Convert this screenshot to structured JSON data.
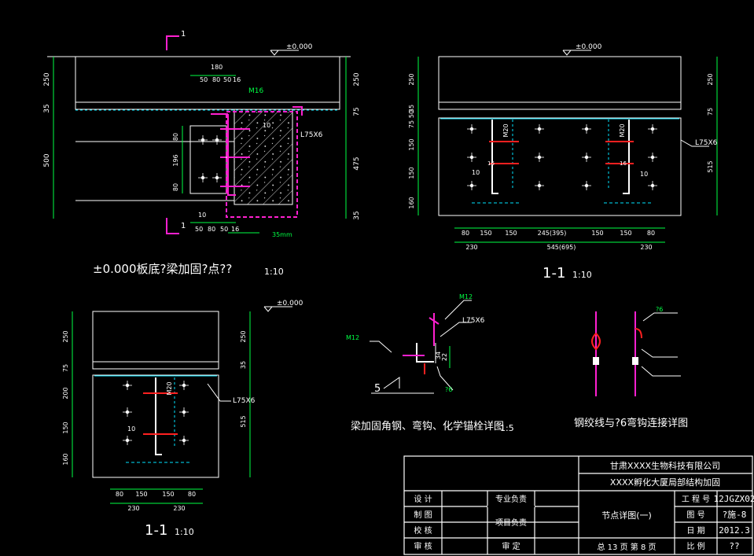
{
  "colors": {
    "background": "#000000",
    "concrete": "#ffffff",
    "dimension": "#00ff44",
    "steel": "#ff20d0",
    "hidden": "#00e5ff",
    "bolt_mark": "#ff2020"
  },
  "drawing_a": {
    "elev": "±0.000",
    "section_mark": "1",
    "dims_left": [
      "250",
      "35",
      "500"
    ],
    "dims_right": [
      "250",
      "75",
      "475",
      "35"
    ],
    "dims_top": [
      "180",
      "50",
      "80",
      "50",
      "16"
    ],
    "dims_vert_inner": [
      "80",
      "196",
      "80"
    ],
    "dims_bottom": [
      "50",
      "80",
      "50",
      "16"
    ],
    "bolt_label": "M16",
    "weld_10a": "10",
    "weld_10b": "10",
    "angle_label": "L75X6",
    "note": "35mm",
    "title": "±0.000板底?梁加固?点??",
    "scale": "1:10"
  },
  "drawing_b": {
    "elev": "±0.000",
    "dims_left": [
      "250",
      "35",
      "50",
      "75",
      "150",
      "150",
      "160"
    ],
    "dims_right": [
      "250",
      "75",
      "515"
    ],
    "bolt_label_1": "M20",
    "bolt_label_2": "M20",
    "weld_10a": "10",
    "weld_10b": "10",
    "weld_16a": "16",
    "weld_16b": "16",
    "angle_label": "L75X6",
    "dims_bottom_1": [
      "80",
      "150",
      "150",
      "245(395)",
      "150",
      "150",
      "80"
    ],
    "dims_bottom_2": [
      "230",
      "545(695)",
      "230"
    ],
    "title": "1-1",
    "scale": "1:10"
  },
  "drawing_c": {
    "elev": "±0.000",
    "dims_left": [
      "250",
      "75",
      "200",
      "150",
      "160"
    ],
    "dims_right": [
      "250",
      "35",
      "515"
    ],
    "bolt_label": "M20",
    "weld_10": "10",
    "angle_label": "L75X6",
    "dims_bottom_1": [
      "80",
      "150",
      "150",
      "80"
    ],
    "dims_bottom_2": [
      "230",
      "230"
    ],
    "title": "1-1",
    "scale": "1:10"
  },
  "detail_d": {
    "label_m12_top": "M12",
    "label_m12_left": "M12",
    "angle_label": "L75X6",
    "dim_22": "22",
    "dim_34": "34",
    "rebar_label": "?6",
    "weld_5": "5",
    "title": "梁加固角钢、弯钩、化学锚栓详图",
    "scale": "1:5"
  },
  "detail_e": {
    "rebar_label": "?6",
    "title": "钢绞线与?6弯钩连接详图"
  },
  "title_block": {
    "company": "甘肃XXXX生物科技有限公司",
    "project": "XXXX孵化大厦局部结构加固",
    "drawing_name": "节点详图(一)",
    "row_labels": [
      "设    计",
      "制    图",
      "校    核",
      "审    核"
    ],
    "role_labels": [
      "专业负责",
      "项目负责",
      "审    定"
    ],
    "info_labels": [
      "工 程 号",
      "图    号",
      "日    期",
      "比    例"
    ],
    "info_values": [
      "12JGZX02",
      "?施-8",
      "2012.3",
      "??"
    ],
    "pages": "总 13 页  第 8 页"
  }
}
